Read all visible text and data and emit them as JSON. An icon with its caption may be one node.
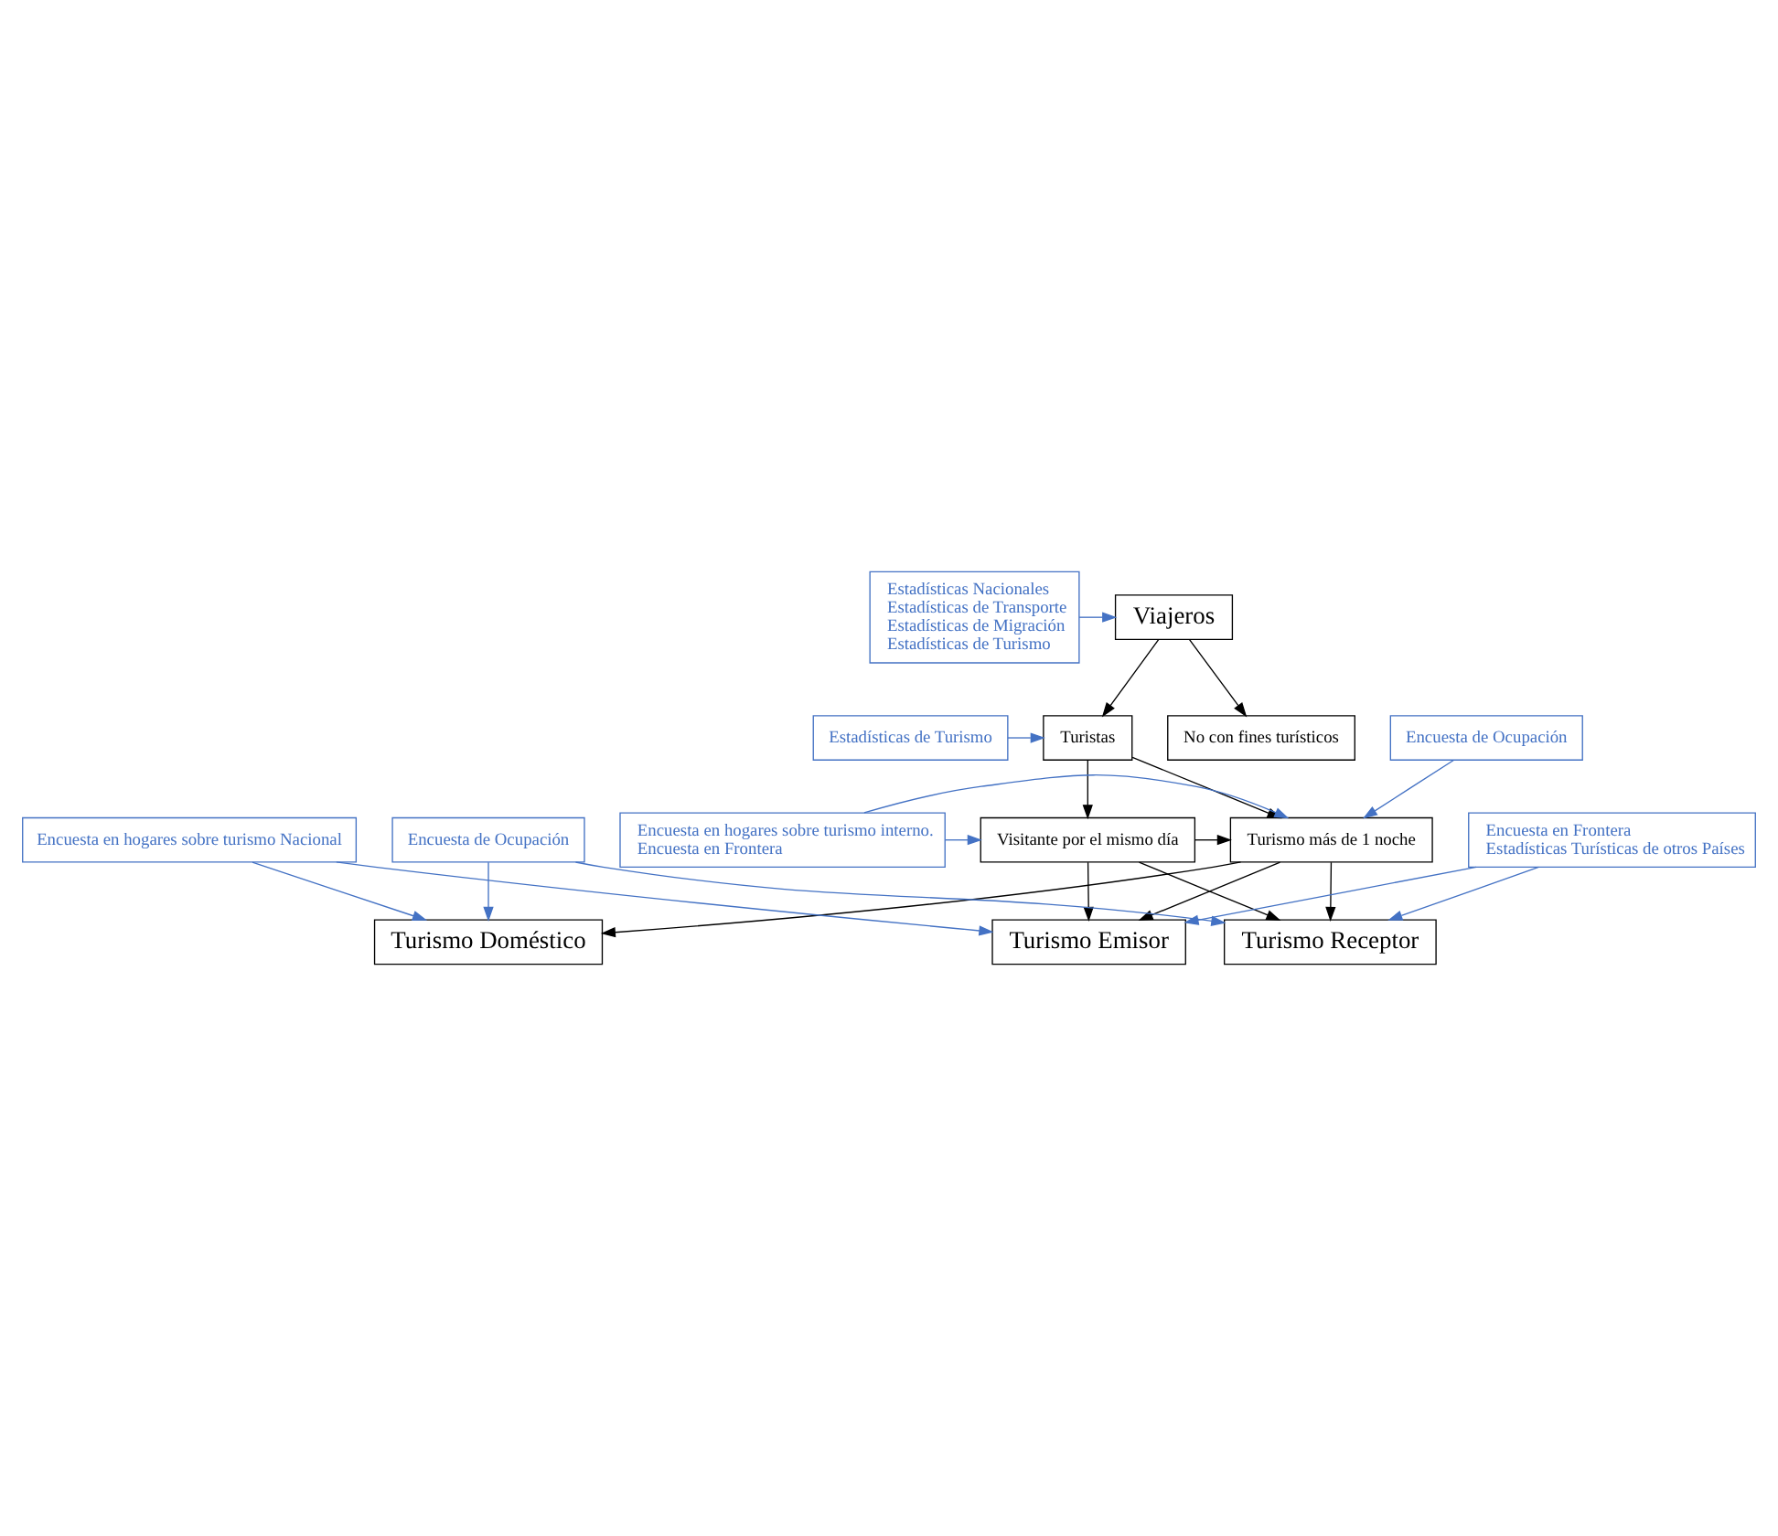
{
  "diagram": {
    "nodes": [
      {
        "text": [
          "Viajeros"
        ]
      },
      {
        "text": [
          "Estadísticas Nacionales",
          "Estadísticas de Transporte",
          "Estadísticas de Migración",
          "Estadísticas de Turismo"
        ]
      },
      {
        "text": [
          "No con fines turísticos"
        ]
      },
      {
        "text": [
          "Turistas"
        ]
      },
      {
        "text": [
          "Estadísticas de Turismo"
        ]
      },
      {
        "text": [
          "Visitante por el mismo día"
        ]
      },
      {
        "text": [
          "Encuesta en hogares sobre turismo interno.",
          "Encuesta en Frontera"
        ]
      },
      {
        "text": [
          "Turismo más de 1 noche"
        ]
      },
      {
        "text": [
          "Encuesta de Ocupación"
        ]
      },
      {
        "text": [
          "Turismo Receptor"
        ]
      },
      {
        "text": [
          "Turismo Emisor"
        ]
      },
      {
        "text": [
          "Turismo Doméstico"
        ]
      },
      {
        "text": [
          "Encuesta en Frontera",
          "Estadísticas Turísticas de otros Países"
        ]
      },
      {
        "text": [
          "Encuesta en hogares sobre turismo Nacional"
        ]
      },
      {
        "text": [
          "Encuesta de Ocupación"
        ]
      }
    ],
    "edges": [
      {
        "from": 0,
        "to": 2,
        "arrow": "to",
        "color": "#000000"
      },
      {
        "from": 0,
        "to": 3,
        "arrow": "to",
        "color": "#000000"
      },
      {
        "from": 1,
        "to": 0,
        "arrow": "to"
      },
      {
        "from": 4,
        "to": 3,
        "arrow": "to"
      },
      {
        "from": 3,
        "to": 5,
        "arrow": "to",
        "color": "#000000"
      },
      {
        "from": 3,
        "to": 7,
        "arrow": "to",
        "color": "#000000"
      },
      {
        "from": 6,
        "to": 5,
        "arrow": "to"
      },
      {
        "from": 6,
        "to": 7,
        "arrow": "to"
      },
      {
        "from": 5,
        "to": 7,
        "arrow": "to",
        "color": "#000000"
      },
      {
        "from": 5,
        "to": 9,
        "arrow": "to",
        "color": "#000000"
      },
      {
        "from": 5,
        "to": 10,
        "arrow": "to",
        "color": "#000000"
      },
      {
        "from": 7,
        "to": 9,
        "arrow": "to",
        "color": "#000000"
      },
      {
        "from": 7,
        "to": 10,
        "arrow": "to",
        "color": "#000000"
      },
      {
        "from": 7,
        "to": 11,
        "arrow": "to",
        "color": "#000000"
      },
      {
        "from": 8,
        "to": 7,
        "arrow": "to"
      },
      {
        "from": 12,
        "to": 9,
        "arrow": "to"
      },
      {
        "from": 12,
        "to": 10,
        "arrow": "to"
      },
      {
        "from": 13,
        "to": 10,
        "arrow": "to"
      },
      {
        "from": 13,
        "to": 11,
        "arrow": "to"
      },
      {
        "from": 14,
        "to": 9,
        "arrow": "to"
      },
      {
        "from": 14,
        "to": 11,
        "arrow": "to"
      }
    ]
  }
}
